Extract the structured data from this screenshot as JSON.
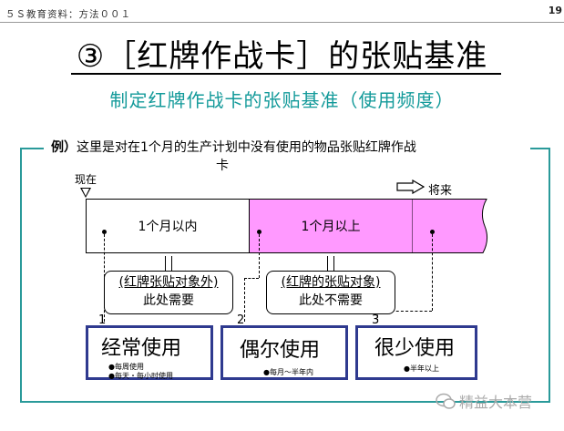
{
  "header": {
    "label": "５Ｓ教育资料：方法００１",
    "page_number": "19"
  },
  "title": "③［红牌作战卡］的张贴基准",
  "subtitle": "制定红牌作战卡的张贴基准（使用频度）",
  "example": {
    "label": "例）",
    "line1": "这里是对在1个月的生产计划中没有使用的物品张贴红牌作战",
    "line2": "卡"
  },
  "timeline": {
    "now_label": "现在",
    "future_label": "将来",
    "segment_within": "1个月以内",
    "segment_over": "1个月以上"
  },
  "callouts": [
    {
      "head": "(红牌张贴对象外)",
      "body": "此处需要"
    },
    {
      "head": "(红牌的张贴对象)",
      "body": "此处不需要"
    }
  ],
  "usage": [
    {
      "number": "1",
      "title": "经常使用",
      "notes": [
        "●每周使用",
        "●每天・每小时使用"
      ]
    },
    {
      "number": "2",
      "title": "偶尔使用",
      "notes": [
        "●每月～半年内"
      ]
    },
    {
      "number": "3",
      "title": "很少使用",
      "notes": [
        "●半年以上"
      ]
    }
  ],
  "watermark": "精益大本营",
  "colors": {
    "teal": "#2a9a9a",
    "subtitle": "#139a9a",
    "pink": "#ff99ff",
    "usage_border": "#2f3a8f"
  }
}
